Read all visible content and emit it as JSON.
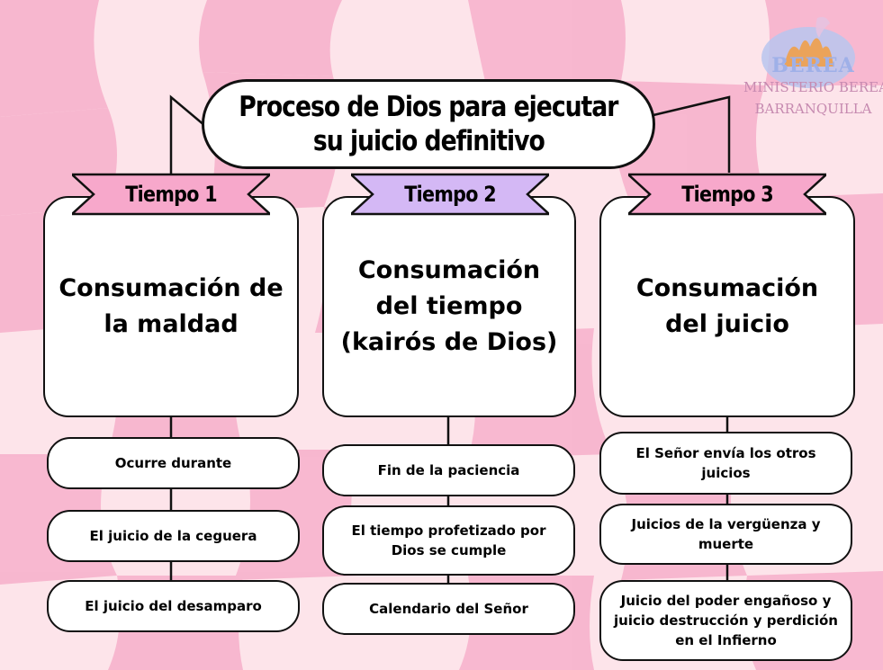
{
  "title": {
    "line1": "Proceso de Dios para ejecutar",
    "line2": "su juicio definitivo"
  },
  "columns": [
    {
      "banner": "Tiempo 1",
      "banner_color": "#f7a8cb",
      "heading": "Consumación de la maldad",
      "items": [
        "Ocurre durante",
        "El juicio de la ceguera",
        "El juicio del desamparo"
      ]
    },
    {
      "banner": "Tiempo 2",
      "banner_color": "#d4b8f5",
      "heading": "Consumación del tiempo (kairós de Dios)",
      "items": [
        "Fin de la paciencia",
        "El tiempo profetizado por Dios se cumple",
        "Calendario del Señor"
      ]
    },
    {
      "banner": "Tiempo 3",
      "banner_color": "#f7a8cb",
      "heading": "Consumación del juicio",
      "items": [
        "El Señor envía los otros juicios",
        "Juicios de la vergüenza y muerte",
        "Juicio del poder engañoso y juicio destrucción y perdición en el Infierno"
      ]
    }
  ],
  "logo": {
    "name": "BEREA",
    "line1": "MINISTERIO BEREA",
    "line2": "BARRANQUILLA"
  },
  "colors": {
    "background_light": "#fde4ea",
    "background_pink": "#f7b3cd",
    "outline": "#111111",
    "box_fill": "#ffffff"
  }
}
